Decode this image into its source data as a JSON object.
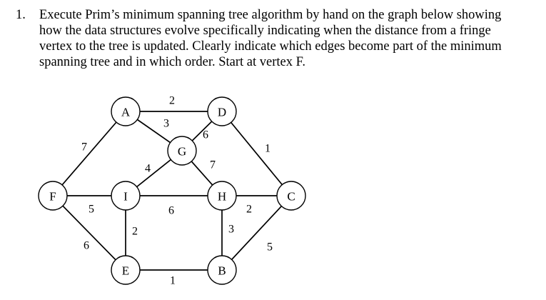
{
  "question": {
    "number": "1.",
    "lines": [
      "Execute Prim’s minimum spanning tree algorithm by hand on the graph below showing",
      "how the data structures evolve specifically indicating when the distance from a fringe",
      "vertex to the tree is updated. Clearly indicate which edges become part of the minimum",
      "spanning tree and in which order. Start at vertex F."
    ]
  },
  "graph": {
    "nodes": [
      {
        "id": "A",
        "label": "A"
      },
      {
        "id": "D",
        "label": "D"
      },
      {
        "id": "G",
        "label": "G"
      },
      {
        "id": "F",
        "label": "F"
      },
      {
        "id": "I",
        "label": "I"
      },
      {
        "id": "H",
        "label": "H"
      },
      {
        "id": "C",
        "label": "C"
      },
      {
        "id": "E",
        "label": "E"
      },
      {
        "id": "B",
        "label": "B"
      }
    ],
    "edges": [
      {
        "from": "A",
        "to": "D",
        "weight": "2"
      },
      {
        "from": "A",
        "to": "G",
        "weight": "3"
      },
      {
        "from": "D",
        "to": "G",
        "weight": "6"
      },
      {
        "from": "A",
        "to": "F",
        "weight": "7"
      },
      {
        "from": "D",
        "to": "C",
        "weight": "1"
      },
      {
        "from": "I",
        "to": "G",
        "weight": "4"
      },
      {
        "from": "G",
        "to": "H",
        "weight": "7"
      },
      {
        "from": "F",
        "to": "I",
        "weight": "5"
      },
      {
        "from": "I",
        "to": "H",
        "weight": "6"
      },
      {
        "from": "H",
        "to": "C",
        "weight": "2"
      },
      {
        "from": "F",
        "to": "E",
        "weight": "6"
      },
      {
        "from": "I",
        "to": "E",
        "weight": "2"
      },
      {
        "from": "H",
        "to": "B",
        "weight": "3"
      },
      {
        "from": "B",
        "to": "C",
        "weight": "5"
      },
      {
        "from": "E",
        "to": "B",
        "weight": "1"
      }
    ]
  }
}
